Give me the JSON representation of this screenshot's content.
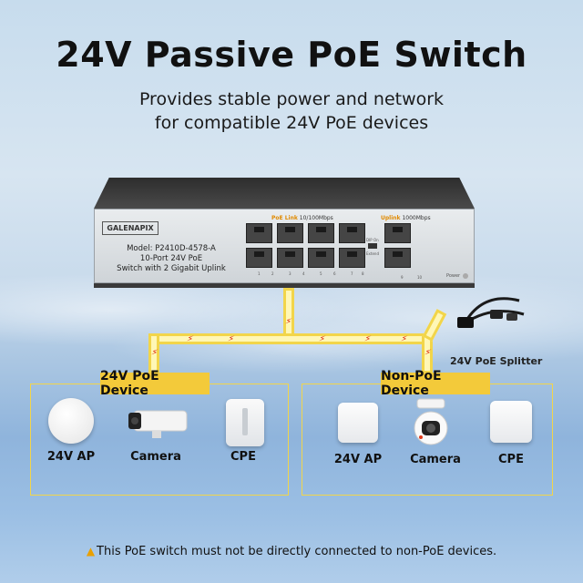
{
  "title": "24V Passive PoE Switch",
  "subtitle_line1": "Provides stable power and network",
  "subtitle_line2": "for compatible 24V PoE devices",
  "switch": {
    "brand": "GALENAPIX",
    "model_line1": "Model: P2410D-4578-A",
    "model_line2": "10-Port 24V PoE",
    "model_line3": "Switch with 2 Gigabit Uplink",
    "poe_link_label": "PoE Link",
    "poe_link_speed": "10/100Mbps",
    "uplink_label": "Uplink",
    "uplink_speed": "1000Mbps",
    "dip_label_top": "DIP On",
    "dip_label_bottom": "Extend",
    "port_numbers": [
      "1",
      "2",
      "3",
      "4",
      "5",
      "6",
      "7",
      "8",
      "9",
      "10"
    ],
    "power_label": "Power"
  },
  "splitter_label": "24V PoE Splitter",
  "groups": [
    {
      "title": "24V PoE Device",
      "devices": [
        "24V AP",
        "Camera",
        "CPE"
      ]
    },
    {
      "title": "Non-PoE Device",
      "devices": [
        "24V AP",
        "Camera",
        "CPE"
      ]
    }
  ],
  "warning_text": "This PoE switch must not be directly connected to non-PoE devices.",
  "colors": {
    "accent_yellow": "#f3ca3a",
    "cable_fill": "#fff7b6",
    "bolt_red": "#e23a1c",
    "warning_icon": "#e9a000"
  }
}
